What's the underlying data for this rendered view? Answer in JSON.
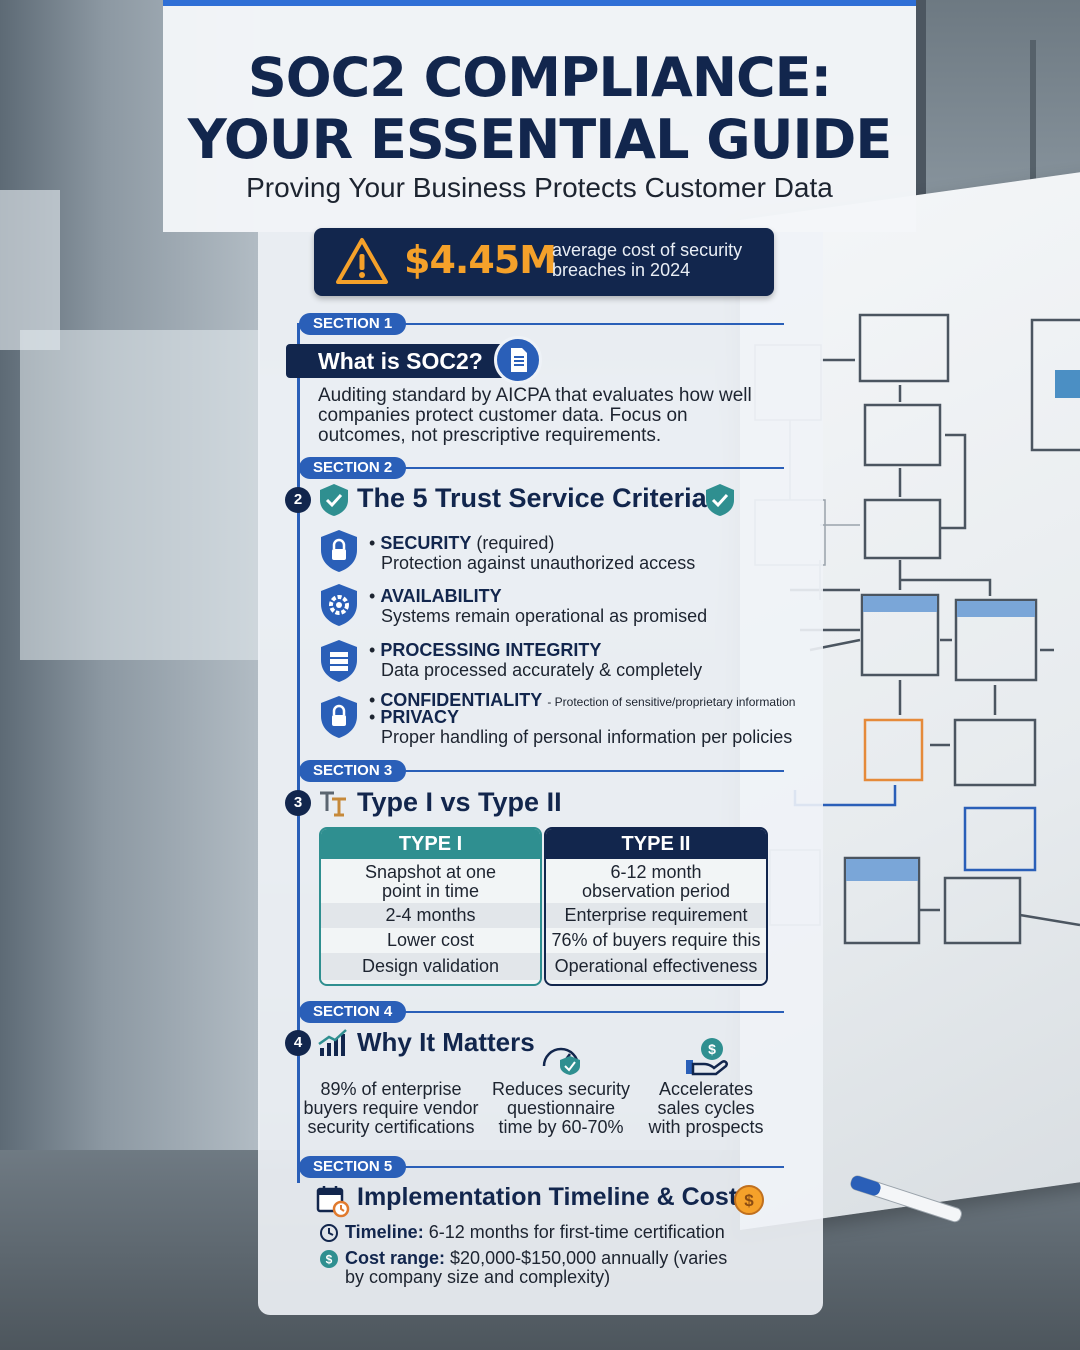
{
  "header": {
    "title_line1": "SOC2 COMPLIANCE:",
    "title_line2": "YOUR ESSENTIAL GUIDE",
    "subtitle": "Proving Your Business Protects Customer Data"
  },
  "stat": {
    "value": "$4.45M",
    "caption": "average cost of security breaches in 2024",
    "icon": "warning-icon"
  },
  "sections": {
    "s1": {
      "tag": "SECTION 1",
      "heading": "What is SOC2?",
      "icon": "document-icon",
      "body": "Auditing standard by AICPA that evaluates how well companies protect customer data. Focus on outcomes, not prescriptive requirements."
    },
    "s2": {
      "tag": "SECTION 2",
      "number": "2",
      "heading": "The 5 Trust Service Criteria",
      "icon": "shield-check-icon",
      "criteria": [
        {
          "name": "SECURITY",
          "note": "(required)",
          "desc": "Protection against unauthorized access",
          "icon": "lock-shield-icon"
        },
        {
          "name": "AVAILABILITY",
          "note": "",
          "desc": "Systems remain operational as promised",
          "icon": "gear-shield-icon"
        },
        {
          "name": "PROCESSING INTEGRITY",
          "note": "",
          "desc": "Data processed accurately & completely",
          "icon": "server-shield-icon"
        },
        {
          "name": "CONFIDENTIALITY",
          "note": "- Protection of sensitive/proprietary information",
          "desc": "",
          "icon": "lock-shield-icon"
        },
        {
          "name": "PRIVACY",
          "note": "",
          "desc": "Proper handling of personal information per policies",
          "icon": "lock-shield-icon"
        }
      ]
    },
    "s3": {
      "tag": "SECTION 3",
      "number": "3",
      "heading": "Type I vs Type II",
      "icon": "type-icon",
      "type1": {
        "label": "TYPE I",
        "rows": [
          "Snapshot at one point in time",
          "2-4 months",
          "Lower cost",
          "Design validation"
        ]
      },
      "type2": {
        "label": "TYPE II",
        "rows": [
          "6-12 month observation period",
          "Enterprise requirement",
          "76% of buyers require this",
          "Operational effectiveness"
        ]
      }
    },
    "s4": {
      "tag": "SECTION 4",
      "number": "4",
      "heading": "Why It Matters",
      "icon": "growth-chart-icon",
      "points": [
        {
          "text": "89% of enterprise buyers require vendor security certifications",
          "icon": ""
        },
        {
          "text": "Reduces security questionnaire time by 60-70%",
          "icon": "speedometer-shield-icon"
        },
        {
          "text": "Accelerates sales cycles with prospects",
          "icon": "money-hand-icon"
        }
      ]
    },
    "s5": {
      "tag": "SECTION 5",
      "heading": "Implementation Timeline & Cost",
      "icon": "calendar-clock-icon",
      "timeline_label": "Timeline:",
      "timeline_value": "6-12 months for first-time certification",
      "cost_label": "Cost range:",
      "cost_value": "$20,000-$150,000 annually (varies by company size and complexity)"
    }
  },
  "colors": {
    "navy": "#12264d",
    "blue": "#2a5fb8",
    "teal": "#2f8f90",
    "orange": "#f5a12a"
  }
}
